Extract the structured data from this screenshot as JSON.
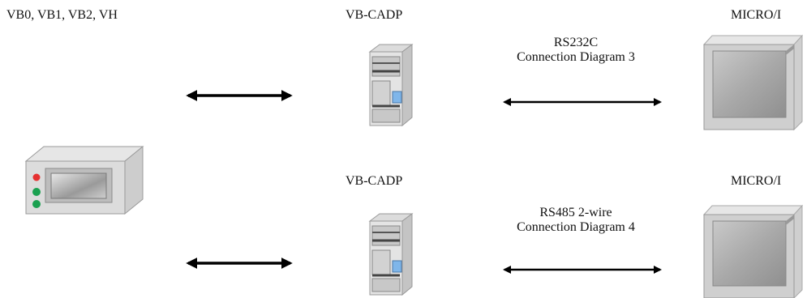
{
  "plc": {
    "label": "VB0, VB1, VB2, VH"
  },
  "top_row": {
    "adapter_label": "VB-CADP",
    "panel_label": "MICRO/I",
    "link_line1": "RS232C",
    "link_line2": "Connection Diagram 3"
  },
  "bottom_row": {
    "adapter_label": "VB-CADP",
    "panel_label": "MICRO/I",
    "link_line1": "RS485 2-wire",
    "link_line2": "Connection Diagram 4"
  }
}
